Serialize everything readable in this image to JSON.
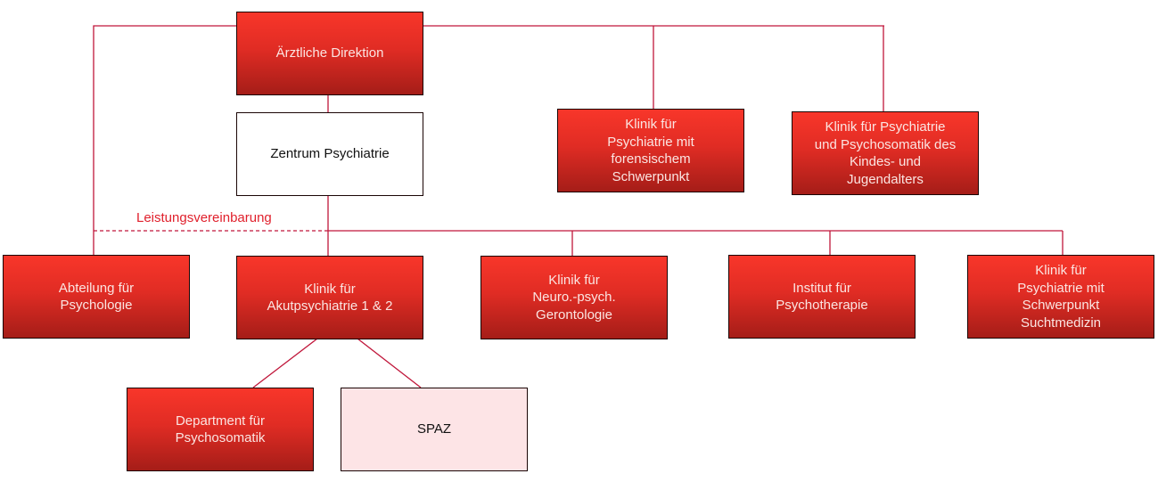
{
  "diagram": {
    "type": "org-chart",
    "line_color": "#c0163a",
    "nodes": {
      "direktion": "Ärztliche Direktion",
      "zentrum": "Zentrum Psychiatrie",
      "forensik": "Klinik für\nPsychiatrie mit\nforensischem\nSchwerpunkt",
      "kjp": "Klinik für Psychiatrie\nund Psychosomatik des\nKindes- und\nJugendalters",
      "psychologie": "Abteilung für\nPsychologie",
      "akut": "Klinik für\nAkutpsychiatrie 1 & 2",
      "gerontologie": "Klinik für\nNeuro.-psych.\nGerontologie",
      "psychotherapie": "Institut für\nPsychotherapie",
      "sucht": "Klinik für\nPsychiatrie mit\nSchwerpunkt\nSuchtmedizin",
      "psychosomatik": "Department für\nPsychosomatik",
      "spaz": "SPAZ"
    },
    "edge_labels": {
      "leistungsvereinbarung": "Leistungsvereinbarung"
    },
    "colors": {
      "node_red_top": "#f8362a",
      "node_red_bottom": "#a51d18",
      "node_white": "#ffffff",
      "node_pink": "#fde4e6",
      "label_red": "#e0202c"
    }
  }
}
